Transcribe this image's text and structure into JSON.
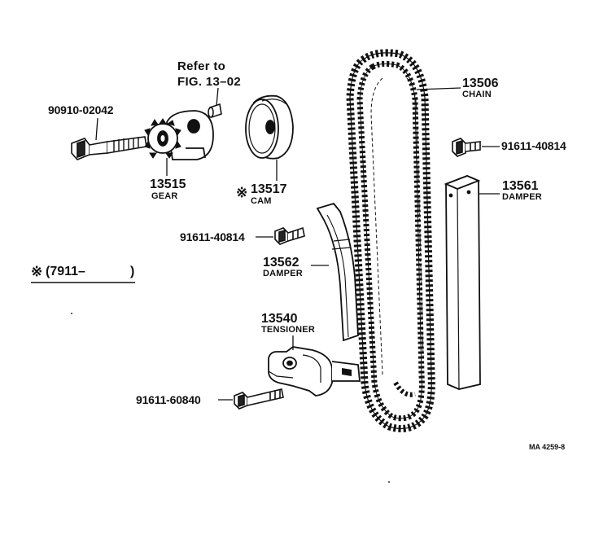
{
  "refer_note": {
    "line1": "Refer to",
    "line2": "FIG. 13–02"
  },
  "parts": {
    "bolt_gear": {
      "number": "90910-02042"
    },
    "gear": {
      "number": "13515",
      "name": "GEAR"
    },
    "cam": {
      "mark": "※",
      "number": "13517",
      "name": "CAM"
    },
    "chain": {
      "number": "13506",
      "name": "CHAIN"
    },
    "bolt_damper_right": {
      "number": "91611-40814"
    },
    "damper_right": {
      "number": "13561",
      "name": "DAMPER"
    },
    "bolt_damper_left": {
      "number": "91611-40814"
    },
    "damper_left": {
      "number": "13562",
      "name": "DAMPER"
    },
    "tensioner": {
      "number": "13540",
      "name": "TENSIONER"
    },
    "bolt_tensioner": {
      "number": "91611-60840"
    }
  },
  "applicability_note": {
    "mark": "※",
    "text": "(7911–",
    "close": ")"
  },
  "figure_code": "MA 4259-8"
}
